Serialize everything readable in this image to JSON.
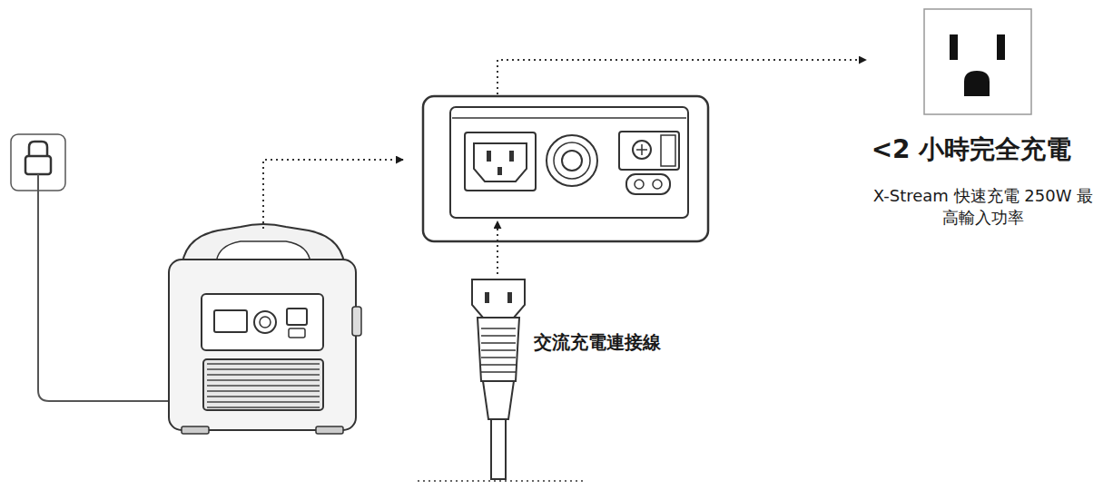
{
  "diagram": {
    "labels": [
      "<2 小時完全充電",
      "X-Stream 快速充電 250W 最高輸入功率",
      "交流充電連接線"
    ]
  }
}
